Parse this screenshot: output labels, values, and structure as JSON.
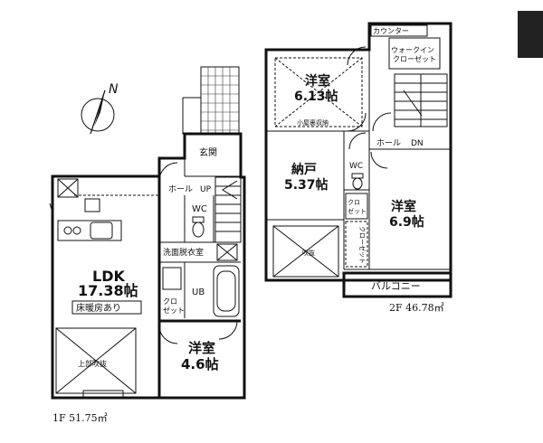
{
  "floor1": {
    "label": "1F 51.75㎡",
    "rooms": {
      "ldk_name": "LDK",
      "ldk_size": "17.38帖",
      "floor_heating": "床暖房あり",
      "western_name": "洋室",
      "western_size": "4.6帖",
      "entrance": "玄関",
      "hall": "ホール",
      "up": "UP",
      "wc": "WC",
      "washroom": "洗面脱衣室",
      "bath": "UB",
      "closet_top": "クロ",
      "closet_bottom": "ゼット",
      "stairwell": "上部吹抜"
    }
  },
  "floor2": {
    "label": "2F 46.78㎡",
    "rooms": {
      "western1_name": "洋室",
      "western1_size": "6.13帖",
      "attic": "小屋裏収納",
      "storage_name": "納戸",
      "storage_size": "5.37帖",
      "western2_name": "洋室",
      "western2_size": "6.9帖",
      "counter": "カウンター",
      "walkin_1": "ウォークイン",
      "walkin_2": "クローゼット",
      "hall": "ホール",
      "down": "DN",
      "wc": "WC",
      "closet_top": "クロ",
      "closet_bottom": "ゼット",
      "closet_long": "クローゼット",
      "stairwell": "吹抜",
      "balcony": "バルコニー"
    }
  },
  "compass": {
    "north": "N"
  }
}
